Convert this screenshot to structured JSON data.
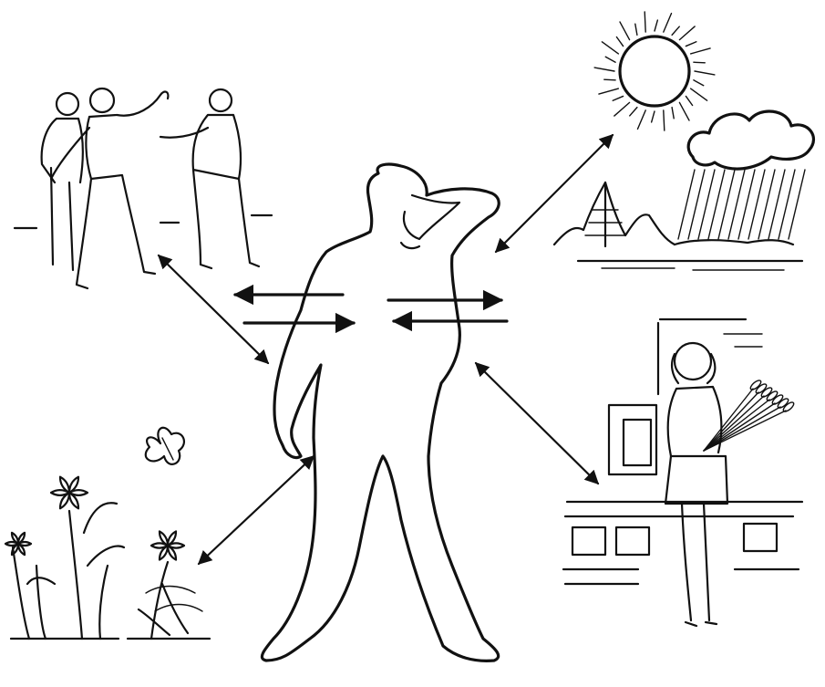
{
  "colors": {
    "ink": "#111111",
    "background": "#ffffff"
  },
  "scenes": [
    {
      "id": "people-group",
      "icon": "people-icon"
    },
    {
      "id": "weather",
      "icon": "sun-rain-icon"
    },
    {
      "id": "woman-with-sheaf",
      "icon": "woman-icon"
    },
    {
      "id": "plants-and-butterfly",
      "icon": "flowers-icon"
    }
  ],
  "center": {
    "icon": "human-figure-icon"
  },
  "connections": [
    {
      "from": "center",
      "to": "people-group",
      "direction": "bidirectional"
    },
    {
      "from": "center",
      "to": "weather",
      "direction": "bidirectional"
    },
    {
      "from": "center",
      "to": "woman-with-sheaf",
      "direction": "bidirectional"
    },
    {
      "from": "center",
      "to": "plants-and-butterfly",
      "direction": "bidirectional"
    }
  ],
  "exchange_arrows": [
    {
      "side": "left",
      "top": "outward",
      "bottom": "inward"
    },
    {
      "side": "right",
      "top": "outward",
      "bottom": "inward"
    }
  ]
}
